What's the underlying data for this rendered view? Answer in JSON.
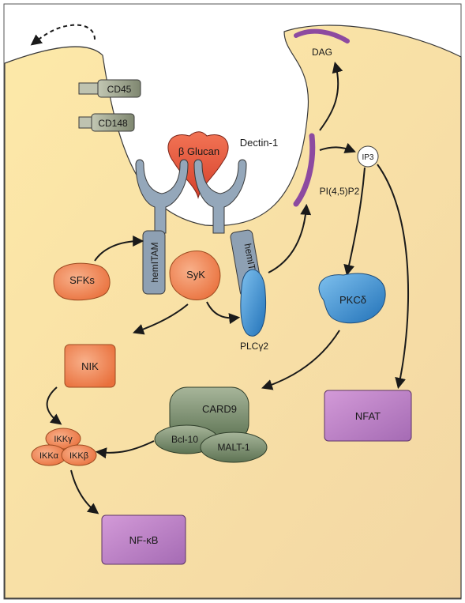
{
  "colors": {
    "cytoplasm_light": "#fbe6a4",
    "cytoplasm_dark": "#f5d28a",
    "membrane_line": "#3a3a3a",
    "receptor_blue": "#8fa3b8",
    "beta_glucan_red": "#e8533a",
    "kinase_orange": "#f08a55",
    "plc_blue": "#3d8fd0",
    "card9_green": "#7d9070",
    "nfat_purple": "#b57bc2",
    "dag_purple": "#8d4aa0",
    "cd_grey": "#9ba18a"
  },
  "labels": {
    "dag": "DAG",
    "cd45": "CD45",
    "cd148": "CD148",
    "beta_glucan": "β Glucan",
    "dectin1": "Dectin-1",
    "ip3": "IP3",
    "pip2": "PI(4,5)P2",
    "hemitam_left": "hemITAM",
    "hemitam_right": "hemITAM",
    "sfks": "SFKs",
    "syk": "SyK",
    "plcg2": "PLCγ2",
    "pkcd": "PKCδ",
    "nik": "NIK",
    "card9": "CARD9",
    "bcl10": "Bcl-10",
    "malt1": "MALT-1",
    "nfat": "NFAT",
    "ikkg": "IKKγ",
    "ikka": "IKKα",
    "ikkb": "IKKβ",
    "nfkb": "NF-κB"
  }
}
